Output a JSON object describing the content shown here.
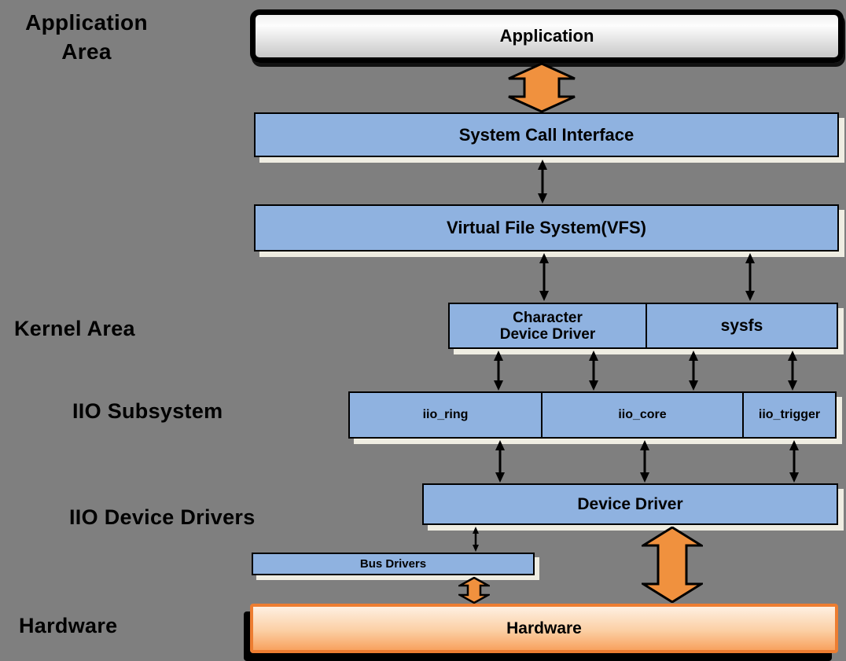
{
  "colors": {
    "background": "#7F7F7F",
    "box_blue": "#8FB2E0",
    "shadow_cream": "#EFEDE2",
    "arrow_orange": "#F0913E",
    "hardware_border": "#ED7D31"
  },
  "area_labels": {
    "application_line1": "Application",
    "application_line2": "Area",
    "kernel": "Kernel Area",
    "iio_subsystem": "IIO Subsystem",
    "iio_device_drivers": "IIO Device Drivers",
    "hardware": "Hardware"
  },
  "boxes": {
    "application": "Application",
    "system_call_interface": "System Call Interface",
    "vfs": "Virtual File System(VFS)",
    "character_device_driver_line1": "Character",
    "character_device_driver_line2": "Device Driver",
    "sysfs": "sysfs",
    "iio_ring": "iio_ring",
    "iio_core": "iio_core",
    "iio_trigger": "iio_trigger",
    "device_driver": "Device Driver",
    "bus_drivers": "Bus Drivers",
    "hardware": "Hardware"
  }
}
